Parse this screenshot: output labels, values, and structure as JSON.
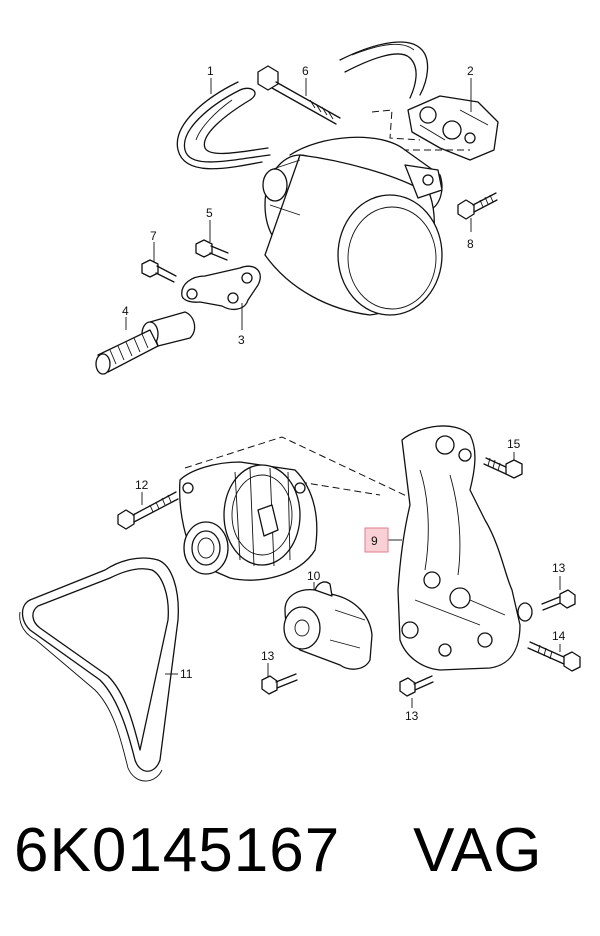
{
  "diagram": {
    "callouts": {
      "c1": "1",
      "c2": "2",
      "c3": "3",
      "c4": "4",
      "c5": "5",
      "c6": "6",
      "c7": "7",
      "c8": "8",
      "c9": "9",
      "c10": "10",
      "c11": "11",
      "c12": "12",
      "c13a": "13",
      "c13b": "13",
      "c13c": "13",
      "c14": "14",
      "c15": "15"
    },
    "highlight_color": "#f9d0d5"
  },
  "caption": {
    "part_number": "6K0145167",
    "brand": "VAG"
  }
}
